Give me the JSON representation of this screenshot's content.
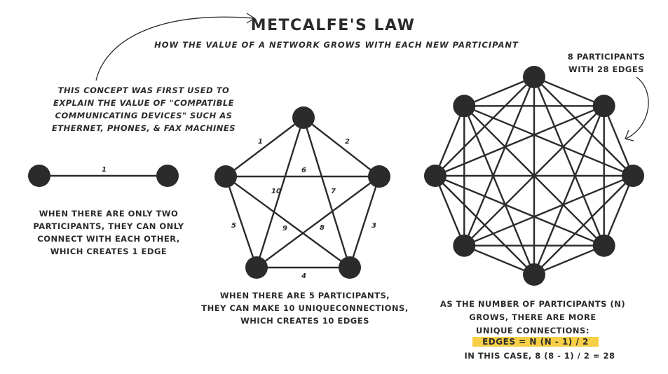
{
  "title": "METCALFE'S LAW",
  "subtitle": "HOW THE VALUE OF A NETWORK GROWS WITH EACH NEW PARTICIPANT",
  "concept_note": [
    "THIS CONCEPT WAS FIRST USED TO",
    "EXPLAIN THE VALUE OF \"COMPATIBLE",
    "COMMUNICATING DEVICES\" SUCH AS",
    "ETHERNET, PHONES, & FAX MACHINES"
  ],
  "two_node_network": {
    "edge_labels": [
      "1"
    ],
    "caption": [
      "WHEN THERE ARE ONLY TWO",
      "PARTICIPANTS, THEY CAN ONLY",
      "CONNECT WITH EACH OTHER,",
      "WHICH CREATES 1 EDGE"
    ]
  },
  "five_node_network": {
    "edge_labels": [
      "1",
      "2",
      "3",
      "4",
      "5",
      "6",
      "7",
      "8",
      "9",
      "10"
    ],
    "caption": [
      "WHEN THERE ARE 5 PARTICIPANTS,",
      "THEY CAN MAKE 10 UNIQUECONNECTIONS,",
      "WHICH CREATES 10 EDGES"
    ]
  },
  "eight_node_network": {
    "participants": 8,
    "edges": 28,
    "note": [
      "8 PARTICIPANTS",
      "WITH 28 EDGES"
    ],
    "caption": [
      "AS THE NUMBER OF PARTICIPANTS (n)",
      "GROWS, THERE ARE MORE",
      "UNIQUE CONNECTIONS:"
    ],
    "formula": "EDGES = n (n - 1) / 2",
    "example": "IN THIS CASE, 8 (8 - 1) / 2 = 28"
  },
  "colors": {
    "ink": "#2b2b2b",
    "highlight": "#f7cf47",
    "background": "#ffffff"
  }
}
